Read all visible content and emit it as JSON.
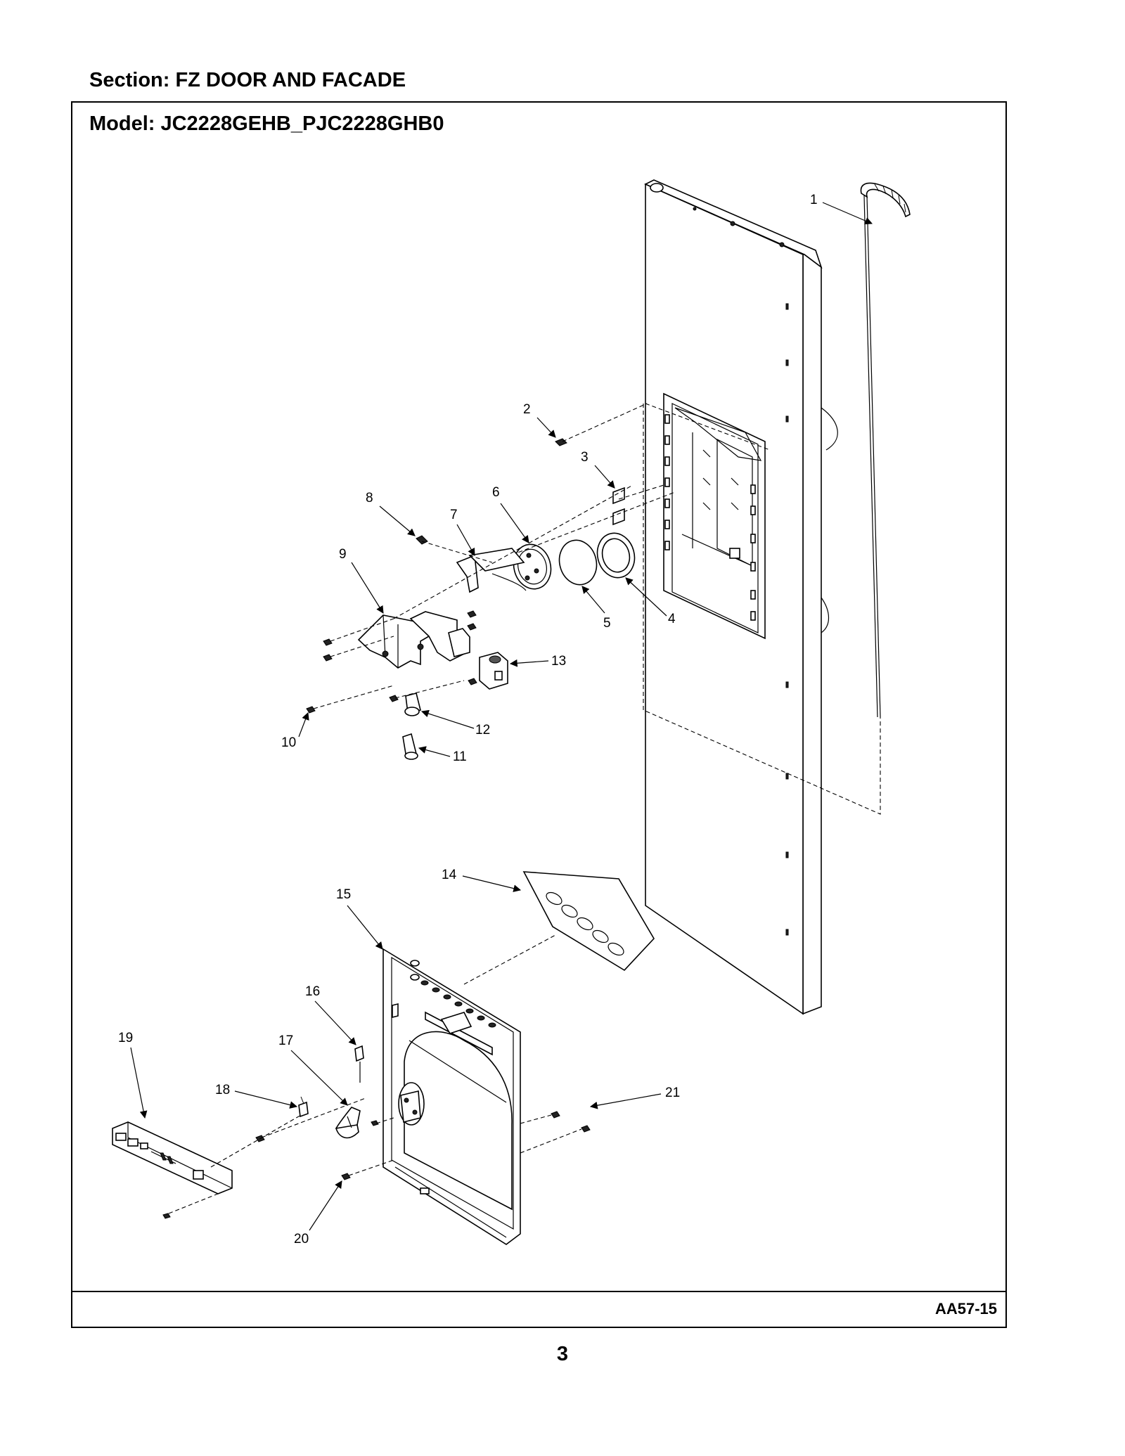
{
  "section_title": "Section:  FZ DOOR AND FACADE",
  "model_title": "Model:  JC2228GEHB_PJC2228GHB0",
  "doc_code": "AA57-15",
  "page_number": "3",
  "callouts": [
    "1",
    "2",
    "3",
    "4",
    "5",
    "6",
    "7",
    "8",
    "9",
    "10",
    "11",
    "12",
    "13",
    "14",
    "15",
    "16",
    "17",
    "18",
    "19",
    "20",
    "21"
  ]
}
